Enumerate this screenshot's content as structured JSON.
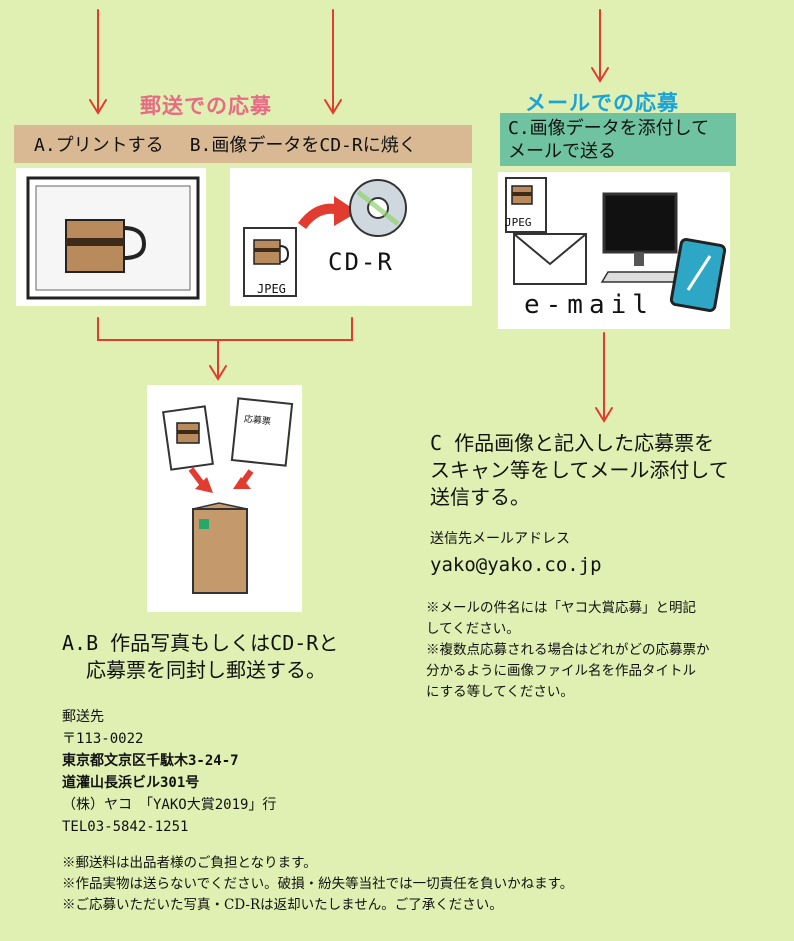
{
  "postal": {
    "heading": "郵送での応募",
    "option_a": "A.プリントする",
    "option_b": "B.画像データをCD-Rに焼く",
    "cd_label": "CD-R",
    "jpeg_label": "JPEG",
    "form_label": "応募票",
    "instruction_line1": "A.B 作品写真もしくはCD-Rと",
    "instruction_line2": "応募票を同封し郵送する。",
    "address": {
      "label": "郵送先",
      "zip": "〒113-0022",
      "line1": "東京都文京区千駄木3-24-7",
      "line2": "道灌山長浜ビル301号",
      "line3": "（株）ヤコ　「YAKO大賞2019」行",
      "tel": "TEL03-5842-1251"
    }
  },
  "email": {
    "heading": "メールでの応募",
    "option_c_line1": "C.画像データを添付して",
    "option_c_line2": "メールで送る",
    "jpeg_label": "JPEG",
    "email_label": "e-mail",
    "instruction_line1": "C 作品画像と記入した応募票を",
    "instruction_line2": "スキャン等をしてメール添付して",
    "instruction_line3": "送信する。",
    "address_label": "送信先メールアドレス",
    "address_value": "yako@yako.co.jp",
    "note_line1": "※メールの件名には「ヤコ大賞応募」と明記",
    "note_line2": "してください。",
    "note_line3": "※複数点応募される場合はどれがどの応募票か",
    "note_line4": "分かるように画像ファイル名を作品タイトル",
    "note_line5": "にする等してください。"
  },
  "footer_notes": [
    "※郵送料は出品者様のご負担となります。",
    "※作品実物は送らないでください。破損・紛失等当社では一切責任を負いかねます。",
    "※ご応募いただいた写真・CD-Rは返却いたしません。ご了承ください。"
  ],
  "colors": {
    "background": "#dff0b2",
    "arrow": "#e23b2f",
    "postal_heading": "#e86b86",
    "email_heading": "#1aa3d8",
    "postal_bar": "#d9b994",
    "email_bar": "#6fc3a0"
  }
}
